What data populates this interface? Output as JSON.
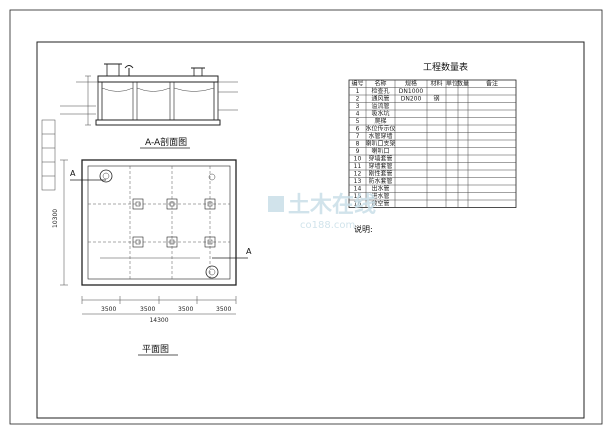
{
  "drawing": {
    "section_title": "A-A剖面图",
    "plan_title": "平面图",
    "quantity_table_title": "工程数量表",
    "notes_title": "说明:"
  },
  "quantity_table": {
    "headers": [
      "编号",
      "名称",
      "规格",
      "材料",
      "单位",
      "数量",
      "备注"
    ],
    "rows": [
      [
        "1",
        "检查孔",
        "DN1000",
        "",
        "",
        "",
        ""
      ],
      [
        "2",
        "通风管",
        "DN200",
        "钢",
        "",
        "",
        ""
      ],
      [
        "3",
        "溢流管",
        "",
        "",
        "",
        "",
        ""
      ],
      [
        "4",
        "吸水坑",
        "",
        "",
        "",
        "",
        ""
      ],
      [
        "5",
        "爬梯",
        "",
        "",
        "",
        "",
        ""
      ],
      [
        "6",
        "水位传示仪",
        "",
        "",
        "",
        "",
        ""
      ],
      [
        "7",
        "水管穿墙",
        "",
        "",
        "",
        "",
        ""
      ],
      [
        "8",
        "喇叭口支架",
        "",
        "",
        "",
        "",
        ""
      ],
      [
        "9",
        "喇叭口",
        "",
        "",
        "",
        "",
        ""
      ],
      [
        "10",
        "穿墙套管",
        "",
        "",
        "",
        "",
        ""
      ],
      [
        "11",
        "穿墙套管",
        "",
        "",
        "",
        "",
        ""
      ],
      [
        "12",
        "刚性套管",
        "",
        "",
        "",
        "",
        ""
      ],
      [
        "13",
        "防水套管",
        "",
        "",
        "",
        "",
        ""
      ],
      [
        "14",
        "出水管",
        "",
        "",
        "",
        "",
        ""
      ],
      [
        "15",
        "进水管",
        "",
        "",
        "",
        "",
        ""
      ],
      [
        "16",
        "放空管",
        "",
        "",
        "",
        "",
        ""
      ]
    ]
  },
  "notes": [
    "",
    "",
    "",
    "",
    "",
    "",
    ""
  ],
  "dimensions": {
    "plan_width": "14300",
    "plan_height": "10300",
    "segments": [
      "3500",
      "3500",
      "3500",
      "3500"
    ]
  },
  "section_marker": "A",
  "watermark": {
    "main": "土木在线",
    "sub": "co188.com"
  }
}
